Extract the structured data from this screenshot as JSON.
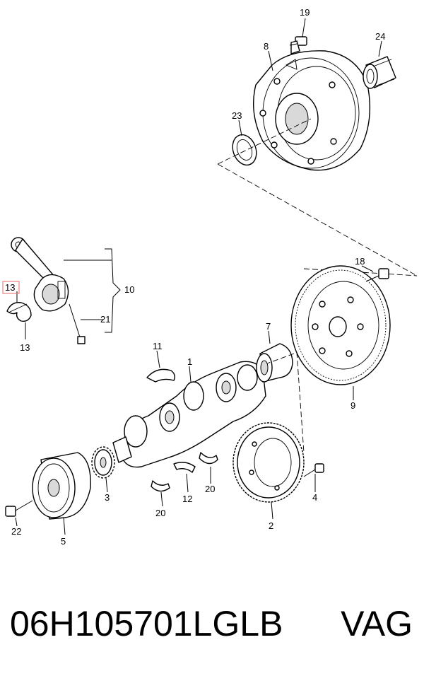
{
  "diagram": {
    "callouts": {
      "c1": "1",
      "c2": "2",
      "c3": "3",
      "c4": "4",
      "c5": "5",
      "c7": "7",
      "c8": "8",
      "c9": "9",
      "c10": "10",
      "c11": "11",
      "c12": "12",
      "c13a": "13",
      "c13b": "13",
      "c18": "18",
      "c19": "19",
      "c20a": "20",
      "c20b": "20",
      "c21": "21",
      "c22": "22",
      "c23": "23",
      "c24": "24"
    },
    "highlight_color": "#f08080"
  },
  "footer": {
    "part_number": "06H105701LGLB",
    "brand": "VAG"
  }
}
